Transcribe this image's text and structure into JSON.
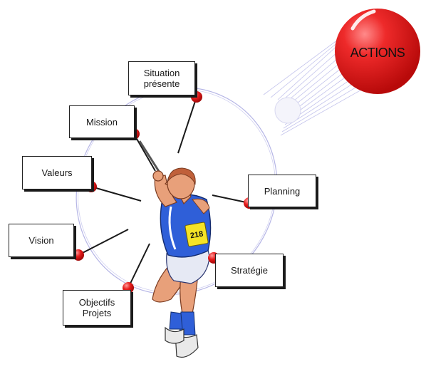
{
  "diagram": {
    "labels": {
      "situation": [
        "Situation",
        "présente"
      ],
      "mission": "Mission",
      "valeurs": "Valeurs",
      "vision": "Vision",
      "objectifs": [
        "Objectifs",
        "Projets"
      ],
      "planning": "Planning",
      "strategie": "Stratégie"
    },
    "actions_label": "ACTIONS",
    "athlete_bib": "218"
  },
  "colors": {
    "ball_red": "#e8141c",
    "node_red": "#e01818",
    "orbit_line": "#b8b8e8",
    "box_border": "#222222",
    "jersey_blue": "#2f5fd8",
    "skin": "#e8a07a",
    "hair": "#c0603a"
  }
}
